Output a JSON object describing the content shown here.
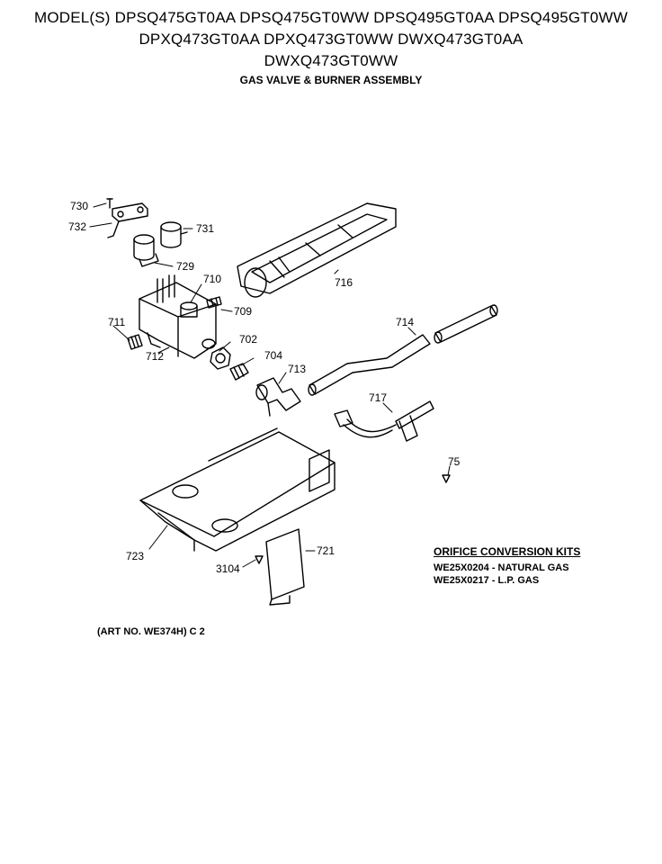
{
  "header": {
    "models_line1": "MODEL(S) DPSQ475GT0AA  DPSQ475GT0WW  DPSQ495GT0AA  DPSQ495GT0WW",
    "models_line2": "DPXQ473GT0AA  DPXQ473GT0WW  DWXQ473GT0AA",
    "models_line3": "DWXQ473GT0WW",
    "subtitle": "GAS VALVE & BURNER ASSEMBLY"
  },
  "callouts": {
    "p730": "730",
    "p732": "732",
    "p731": "731",
    "p729": "729",
    "p710": "710",
    "p709": "709",
    "p711": "711",
    "p712": "712",
    "p702": "702",
    "p704": "704",
    "p713": "713",
    "p716": "716",
    "p714": "714",
    "p717": "717",
    "p75": "75",
    "p723": "723",
    "p721": "721",
    "p3104": "3104"
  },
  "orifice_kits": {
    "title": "ORIFICE CONVERSION KITS",
    "items": [
      "WE25X0204 - NATURAL GAS",
      "WE25X0217 - L.P. GAS"
    ]
  },
  "art_number": "(ART NO. WE374H) C 2"
}
